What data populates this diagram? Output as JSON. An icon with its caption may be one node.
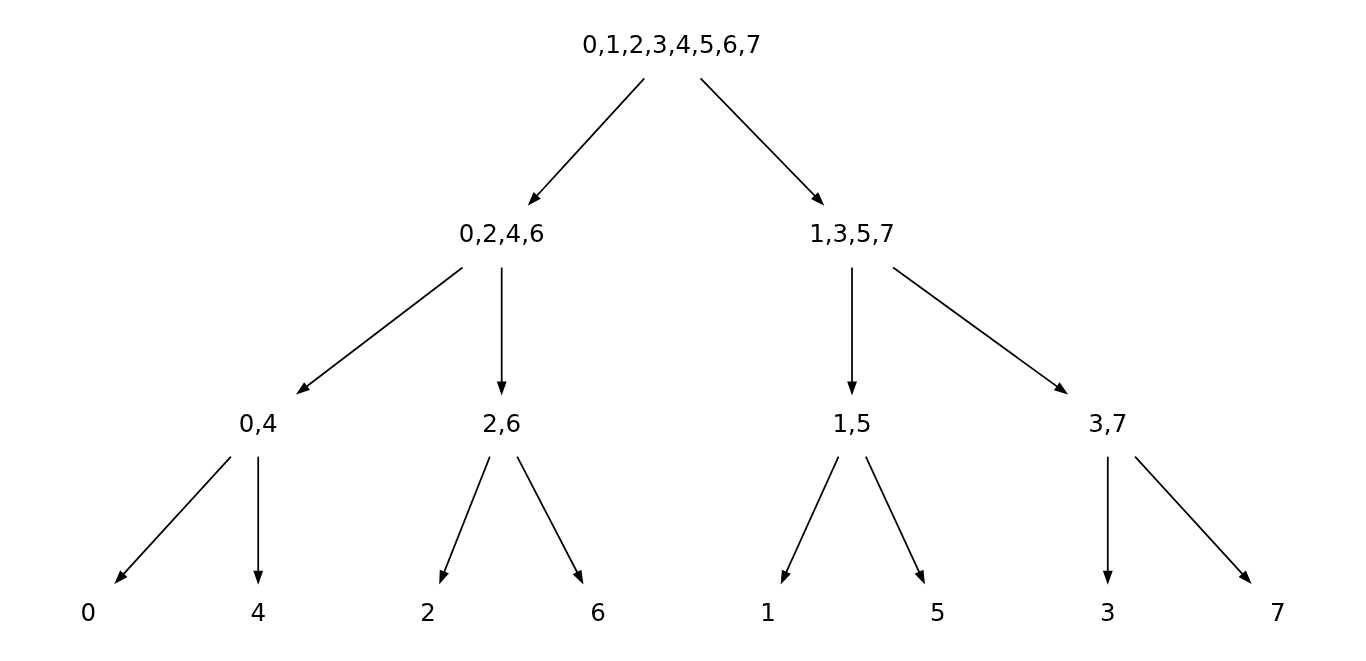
{
  "diagram": {
    "nodes": [
      {
        "text": [
          "0,1,2,3,4,5,6,7"
        ]
      },
      {
        "text": [
          "0,2,4,6"
        ]
      },
      {
        "text": [
          "1,3,5,7"
        ]
      },
      {
        "text": [
          "0,4"
        ]
      },
      {
        "text": [
          "2,6"
        ]
      },
      {
        "text": [
          "1,5"
        ]
      },
      {
        "text": [
          "3,7"
        ]
      },
      {
        "text": [
          "0"
        ]
      },
      {
        "text": [
          "4"
        ]
      },
      {
        "text": [
          "2"
        ]
      },
      {
        "text": [
          "6"
        ]
      },
      {
        "text": [
          "1"
        ]
      },
      {
        "text": [
          "5"
        ]
      },
      {
        "text": [
          "3"
        ]
      },
      {
        "text": [
          "7"
        ]
      }
    ],
    "edges": [
      {
        "from": 0,
        "to": 1,
        "arrow": "to"
      },
      {
        "from": 0,
        "to": 2,
        "arrow": "to"
      },
      {
        "from": 1,
        "to": 3,
        "arrow": "to"
      },
      {
        "from": 1,
        "to": 4,
        "arrow": "to"
      },
      {
        "from": 2,
        "to": 5,
        "arrow": "to"
      },
      {
        "from": 2,
        "to": 6,
        "arrow": "to"
      },
      {
        "from": 3,
        "to": 7,
        "arrow": "to"
      },
      {
        "from": 3,
        "to": 8,
        "arrow": "to"
      },
      {
        "from": 4,
        "to": 9,
        "arrow": "to"
      },
      {
        "from": 4,
        "to": 10,
        "arrow": "to"
      },
      {
        "from": 5,
        "to": 11,
        "arrow": "to"
      },
      {
        "from": 5,
        "to": 12,
        "arrow": "to"
      },
      {
        "from": 6,
        "to": 13,
        "arrow": "to"
      },
      {
        "from": 6,
        "to": 14,
        "arrow": "to"
      }
    ]
  }
}
